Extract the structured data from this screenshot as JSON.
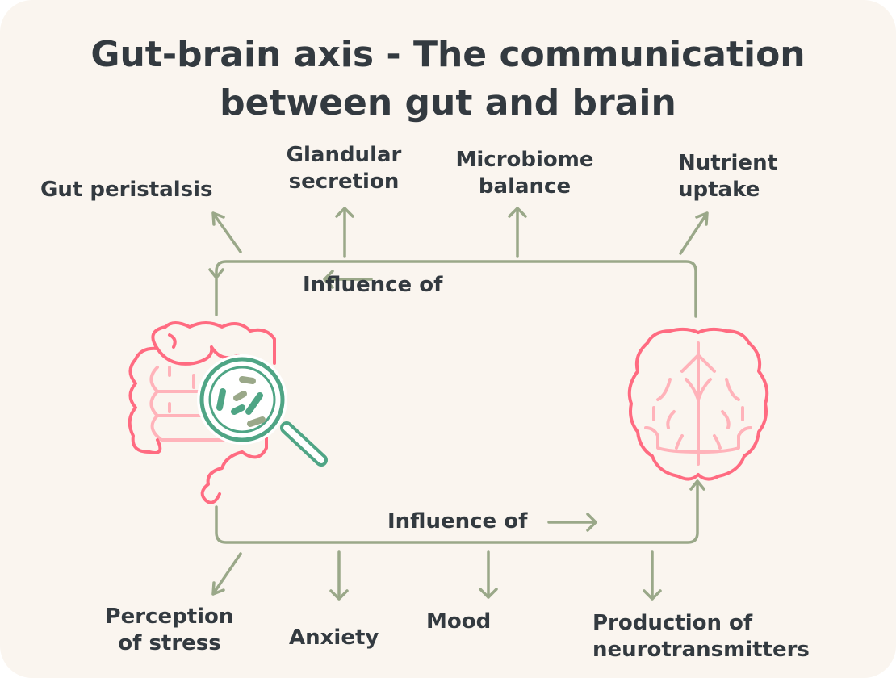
{
  "title_line1": "Gut-brain axis - The communication",
  "title_line2": "between gut and brain",
  "top": {
    "influence_label": "Influence of",
    "effects": [
      "Gut peristalsis",
      "Glandular\nsecretion",
      "Microbiome\nbalance",
      "Nutrient\nuptake"
    ]
  },
  "bottom": {
    "influence_label": "Influence of",
    "effects": [
      "Perception\nof stress",
      "Anxiety",
      "Mood",
      "Production of\nneurotransmitters"
    ]
  },
  "colors": {
    "text": "#333a40",
    "arrow": "#9aa889",
    "organ": "#ff6b81",
    "organ_light": "#ffb3ba",
    "microbe": "#4fa585",
    "background": "#faf5ef"
  }
}
